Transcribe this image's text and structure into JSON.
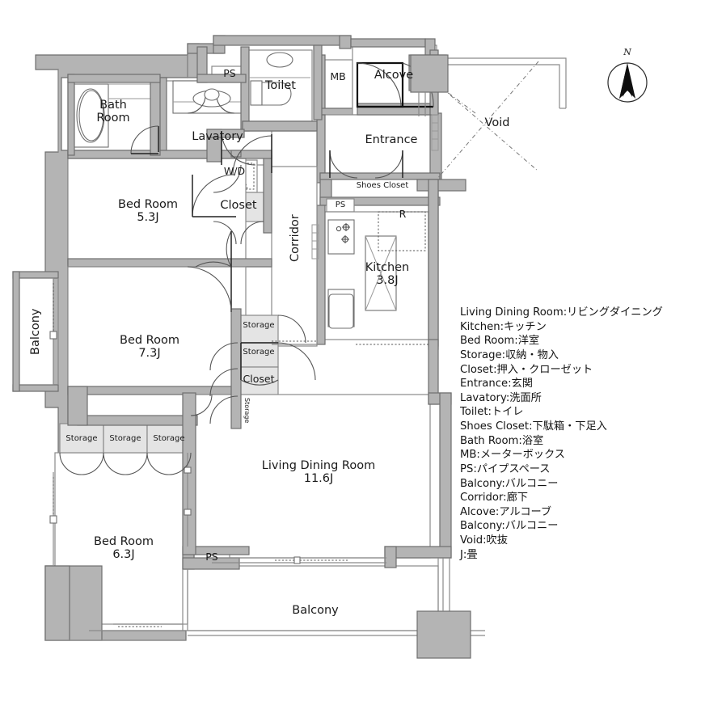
{
  "plan": {
    "title_note": "residential floor plan",
    "rooms": [
      {
        "key": "bath_room",
        "label": "Bath\nRoom",
        "size": null
      },
      {
        "key": "lavatory",
        "label": "Lavatory",
        "size": null
      },
      {
        "key": "toilet",
        "label": "Toilet",
        "size": null
      },
      {
        "key": "ps_top",
        "label": "PS",
        "size": null
      },
      {
        "key": "mb",
        "label": "MB",
        "size": null
      },
      {
        "key": "alcove",
        "label": "Alcove",
        "size": null
      },
      {
        "key": "entrance",
        "label": "Entrance",
        "size": null
      },
      {
        "key": "shoes_closet",
        "label": "Shoes Closet",
        "size": null
      },
      {
        "key": "ps_kitchen",
        "label": "PS",
        "size": null
      },
      {
        "key": "refrigerator",
        "label": "R",
        "size": null
      },
      {
        "key": "kitchen",
        "label": "Kitchen",
        "size": "3.8J"
      },
      {
        "key": "corridor",
        "label": "Corridor",
        "size": null
      },
      {
        "key": "wd",
        "label": "W/D",
        "size": null
      },
      {
        "key": "closet_top",
        "label": "Closet",
        "size": null
      },
      {
        "key": "bed_room_1",
        "label": "Bed Room",
        "size": "5.3J"
      },
      {
        "key": "bed_room_2",
        "label": "Bed Room",
        "size": "7.3J"
      },
      {
        "key": "bed_room_3",
        "label": "Bed Room",
        "size": "6.3J"
      },
      {
        "key": "living_dining_room",
        "label": "Living Dining Room",
        "size": "11.6J"
      },
      {
        "key": "balcony_left",
        "label": "Balcony",
        "size": null
      },
      {
        "key": "balcony_bottom",
        "label": "Balcony",
        "size": null
      },
      {
        "key": "void",
        "label": "Void",
        "size": null
      },
      {
        "key": "storage_mid_1",
        "label": "Storage",
        "size": null
      },
      {
        "key": "storage_mid_2",
        "label": "Storage",
        "size": null
      },
      {
        "key": "closet_mid",
        "label": "Closet",
        "size": null
      },
      {
        "key": "storage_narrow",
        "label": "Storage",
        "size": null
      },
      {
        "key": "storage_row_1",
        "label": "Storage",
        "size": null
      },
      {
        "key": "storage_row_2",
        "label": "Storage",
        "size": null
      },
      {
        "key": "storage_row_3",
        "label": "Storage",
        "size": null
      },
      {
        "key": "ps_bottom",
        "label": "PS",
        "size": null
      }
    ],
    "compass": {
      "north_label": "N"
    },
    "colors": {
      "wall_fill": "#b4b4b4",
      "wall_stroke": "#6e6e6e",
      "closet_fill": "#e4e4e4",
      "room_fill": "#ffffff",
      "line": "#8a8a8a",
      "text": "#1a1a1a",
      "door_swing": "#444444"
    }
  },
  "legend": {
    "entries": [
      "Living Dining Room:リビングダイニング",
      "Kitchen:キッチン",
      "Bed Room:洋室",
      "Storage:収納・物入",
      "Closet:押入・クローゼット",
      "Entrance:玄関",
      "Lavatory:洗面所",
      "Toilet:トイレ",
      "Shoes Closet:下駄箱・下足入",
      "Bath Room:浴室",
      "MB:メーターボックス",
      "PS:パイプスペース",
      "Balcony:バルコニー",
      "Corridor:廊下",
      "Alcove:アルコーブ",
      "Balcony:バルコニー",
      "Void:吹抜",
      "J:畳"
    ]
  }
}
